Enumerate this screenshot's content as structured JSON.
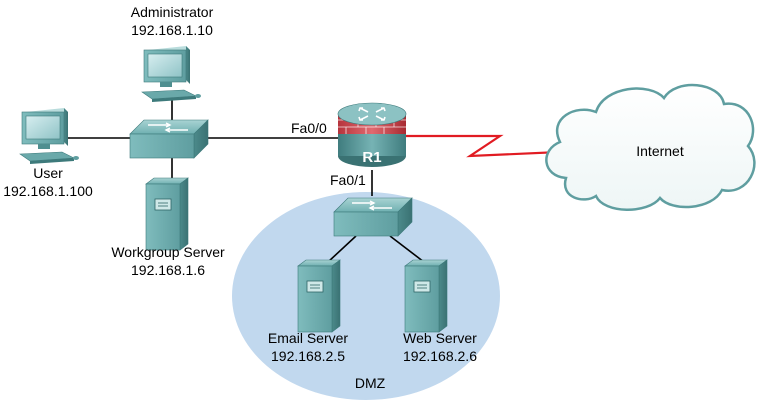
{
  "nodes": {
    "administrator": {
      "name": "Administrator",
      "ip": "192.168.1.10",
      "icon": "pc-icon"
    },
    "user": {
      "name": "User",
      "ip": "192.168.1.100",
      "icon": "pc-icon"
    },
    "workgroup_server": {
      "name": "Workgroup Server",
      "ip": "192.168.1.6",
      "icon": "server-icon"
    },
    "router": {
      "name": "R1",
      "icon": "firewall-router-icon"
    },
    "email_server": {
      "name": "Email Server",
      "ip": "192.168.2.5",
      "icon": "server-icon"
    },
    "web_server": {
      "name": "Web Server",
      "ip": "192.168.2.6",
      "icon": "server-icon"
    },
    "lan_switch": {
      "icon": "switch-icon"
    },
    "dmz_switch": {
      "icon": "switch-icon"
    }
  },
  "interfaces": {
    "fa00": "Fa0/0",
    "fa01": "Fa0/1"
  },
  "zones": {
    "dmz": "DMZ",
    "internet": "Internet"
  },
  "colors": {
    "wan_link": "#e11b22",
    "dmz_zone": "#c1d8ee",
    "device_teal": "#5f9ea0"
  }
}
